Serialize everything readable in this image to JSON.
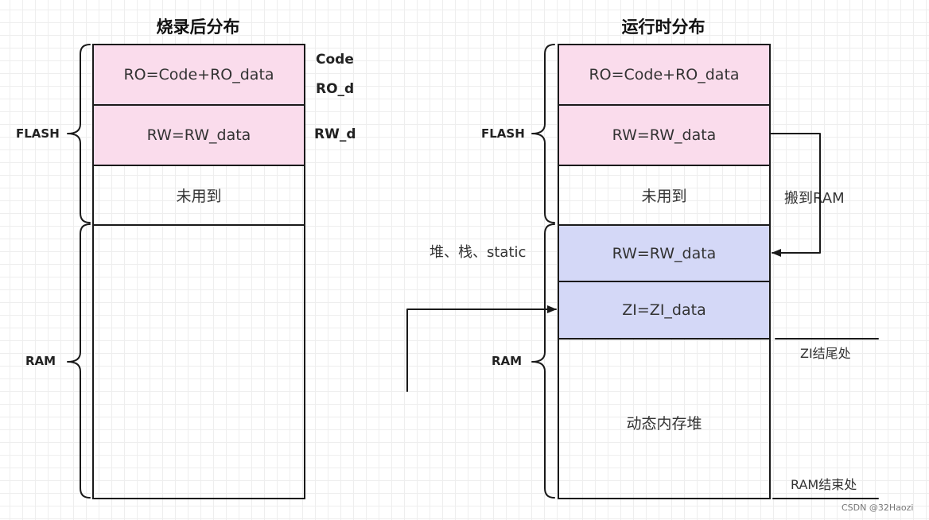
{
  "left": {
    "title": "烧录后分布",
    "flash_label": "FLASH",
    "ram_label": "RAM",
    "blocks": {
      "ro": "RO=Code+RO_data",
      "rw": "RW=RW_data",
      "unused": "未用到"
    },
    "side_notes": {
      "code": "Code",
      "ro_d": "RO_d",
      "rw_d": "RW_d"
    }
  },
  "right": {
    "title": "运行时分布",
    "flash_label": "FLASH",
    "ram_label": "RAM",
    "blocks": {
      "ro": "RO=Code+RO_data",
      "rw": "RW=RW_data",
      "unused": "未用到",
      "rw_ram": "RW=RW_data",
      "zi": "ZI=ZI_data",
      "heap": "动态内存堆"
    },
    "notes": {
      "stack": "堆、栈、static",
      "move": "搬到RAM",
      "zi_end": "ZI结尾处",
      "ram_end": "RAM结束处"
    }
  },
  "colors": {
    "pink": "#fadcec",
    "lavender": "#d4d8f7",
    "line": "#1a1a1a"
  },
  "watermark": "CSDN @32Haozi"
}
